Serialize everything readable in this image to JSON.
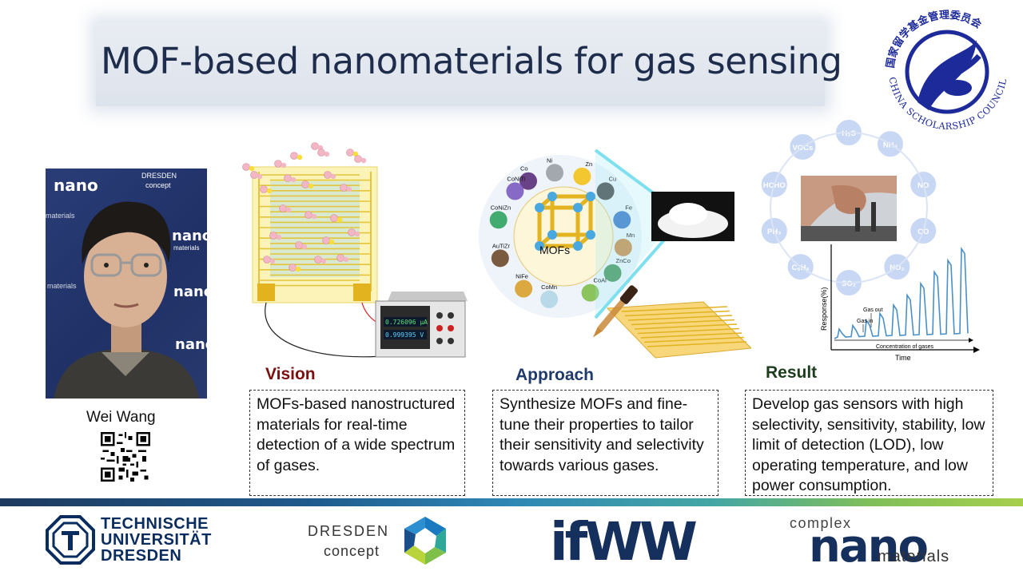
{
  "title": "MOF-based nanomaterials for gas sensing",
  "csc_logo": {
    "chinese": "国家留学基金管理委员会",
    "english": "CHINA SCHOLARSHIP COUNCIL",
    "color": "#1d2a9a"
  },
  "person": {
    "name": "Wei Wang"
  },
  "photo_backdrop": {
    "nano": "nano",
    "materials": "materials",
    "dresden": "DRESDEN",
    "concept": "concept"
  },
  "vision": {
    "label": "Vision",
    "text": "MOFs-based nanostructured materials for real-time detection of a wide spectrum of gases."
  },
  "approach": {
    "label": "Approach",
    "text": "Synthesize MOFs and fine-tune their properties to tailor their sensitivity and selectivity towards various gases."
  },
  "result": {
    "label": "Result",
    "text": "Develop gas sensors with high selectivity, sensitivity, stability, low limit of detection (LOD), low operating temperature, and low power consumption."
  },
  "meter": {
    "reading1": "0.726096 µA",
    "reading2": "0.999395 V"
  },
  "mof_figure": {
    "center": "MOFs",
    "metals": [
      "Co",
      "Ni",
      "Zn",
      "Cu",
      "Fe",
      "Mn",
      "ZnCo",
      "CoAl",
      "CoMn",
      "NiFe",
      "AuTiZr",
      "CoNiZn",
      "CoNiTi"
    ]
  },
  "gases": [
    "H₂S",
    "NH₃",
    "NO",
    "CO",
    "NO₂",
    "SO₂",
    "C₆H₆",
    "PH₃",
    "HCHO",
    "VOCs"
  ],
  "response_chart": {
    "ylabel": "Response(%)",
    "xlabel": "Concentration of gases",
    "time": "Time",
    "gas_out": "Gas out",
    "gas_in": "Gas in"
  },
  "footer": {
    "tud": [
      "TECHNISCHE",
      "UNIVERSITÄT",
      "DRESDEN"
    ],
    "dresden_concept": [
      "DRESDEN",
      "concept"
    ],
    "ifww": "ifWW",
    "complex_nano": {
      "complex": "complex",
      "nano": "nano",
      "materials": "materials"
    }
  },
  "colors": {
    "title": "#1f2d4d",
    "vision": "#7a1010",
    "approach": "#1f3a6b",
    "result": "#1d3d1d",
    "brand_blue": "#16305e",
    "chart_line": "#4a90c8"
  }
}
